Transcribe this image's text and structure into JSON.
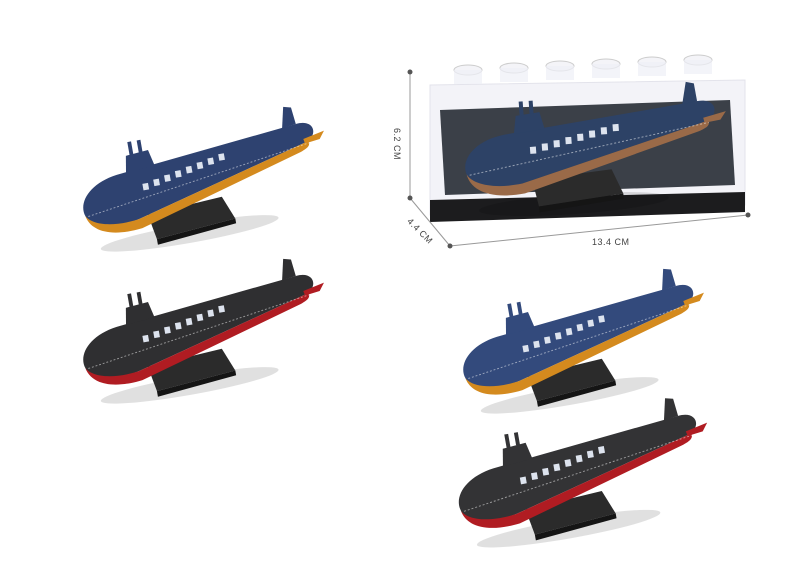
{
  "dimensions": {
    "height_label": "6.2 CM",
    "depth_label": "4.4 CM",
    "width_label": "13.4 CM"
  },
  "products": [
    {
      "name": "blue-submarine-with-conning-deck",
      "hull": "#2e4270",
      "belly": "#d48a1e",
      "stand": "#2b2b2b"
    },
    {
      "name": "black-submarine-with-conning-deck",
      "hull": "#2f2f31",
      "belly": "#b01c22",
      "stand": "#2b2b2b"
    },
    {
      "name": "blue-submarine",
      "hull": "#334a7c",
      "belly": "#d48a1e",
      "stand": "#2b2b2b"
    },
    {
      "name": "black-submarine",
      "hull": "#333335",
      "belly": "#b01c22",
      "stand": "#2b2b2b"
    },
    {
      "name": "boxed-submarine",
      "hull": "#2d4266",
      "belly": "#9a6a48",
      "stand": "#2b2b2b"
    }
  ],
  "colors": {
    "box_base": "#1c1c1e",
    "box_glass": "#e8e9f2",
    "dimension_line": "#999999"
  }
}
